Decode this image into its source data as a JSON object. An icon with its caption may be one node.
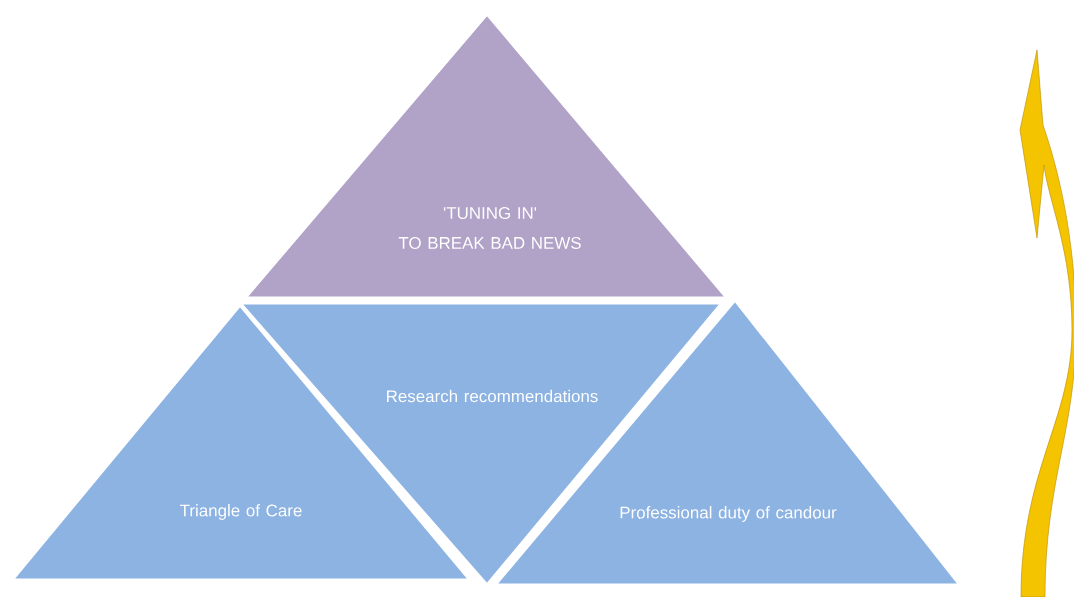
{
  "diagram": {
    "nodes": [
      {
        "text": [
          "'TUNING IN'",
          "TO BREAK BAD NEWS"
        ]
      },
      {
        "text": [
          "Research recommendations"
        ]
      },
      {
        "text": [
          "Triangle of Care"
        ]
      },
      {
        "text": [
          "Professional duty of candour"
        ]
      }
    ]
  }
}
